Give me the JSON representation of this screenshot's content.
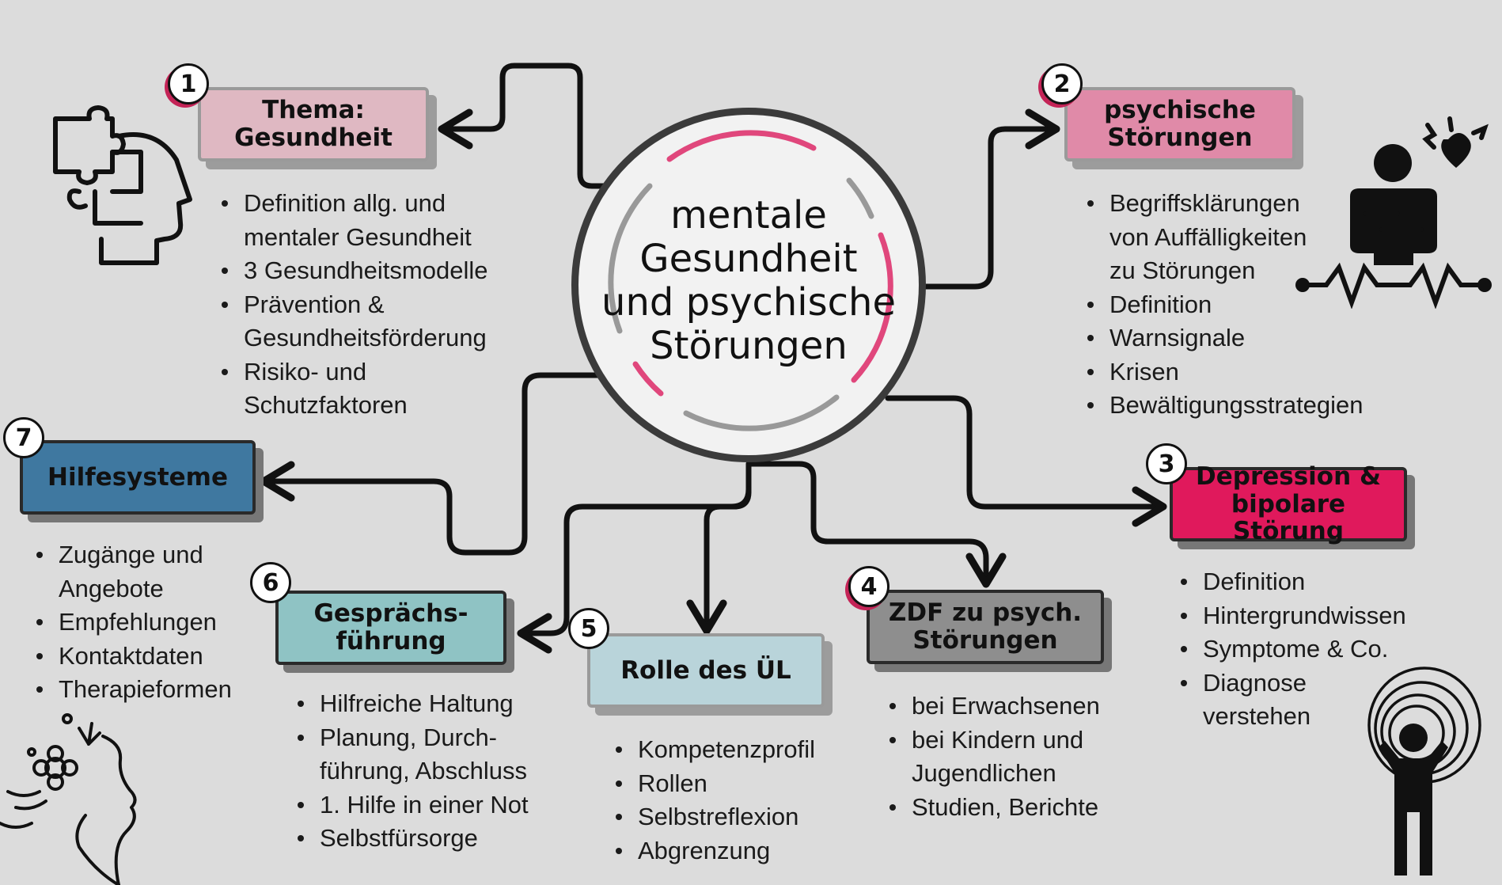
{
  "center": {
    "lines": [
      "mentale",
      "Gesundheit",
      "und psychische",
      "Störungen"
    ]
  },
  "topics": [
    {
      "number": "1",
      "title_lines": [
        "Thema:",
        "Gesundheit"
      ],
      "fill": "#dfb8c2",
      "bullets": [
        "Definition allg. und",
        "mentaler Gesundheit",
        "3 Gesundheitsmodelle",
        "Prävention &",
        "Gesundheitsförderung",
        "Risiko- und",
        "Schutzfaktoren"
      ]
    },
    {
      "number": "2",
      "title_lines": [
        "psychische",
        "Störungen"
      ],
      "fill": "#e08aa8",
      "bullets": [
        "Begriffsklärungen",
        "von Auffälligkeiten",
        "zu Störungen",
        "Definition",
        "Warnsignale",
        "Krisen",
        "Bewältigungsstrategien"
      ]
    },
    {
      "number": "3",
      "title_lines": [
        "Depression &",
        "bipolare Störung"
      ],
      "fill": "#e0195c",
      "bullets": [
        "Definition",
        "Hintergrundwissen",
        "Symptome & Co.",
        "Diagnose",
        "verstehen"
      ]
    },
    {
      "number": "4",
      "title_lines": [
        "ZDF zu psych.",
        "Störungen"
      ],
      "fill": "#8e8e8e",
      "bullets": [
        "bei Erwachsenen",
        "bei Kindern und",
        "Jugendlichen",
        "Studien, Berichte"
      ]
    },
    {
      "number": "5",
      "title_lines": [
        "Rolle des ÜL"
      ],
      "fill": "#b9d4da",
      "bullets": [
        "Kompetenzprofil",
        "Rollen",
        "Selbstreflexion",
        "Abgrenzung"
      ]
    },
    {
      "number": "6",
      "title_lines": [
        "Gesprächs-",
        "führung"
      ],
      "fill": "#8fc3c4",
      "bullets": [
        "Hilfreiche Haltung",
        "Planung, Durch-",
        "führung, Abschluss",
        "1. Hilfe in einer Not",
        "Selbstfürsorge"
      ]
    },
    {
      "number": "7",
      "title_lines": [
        "Hilfesysteme"
      ],
      "fill": "#3f78a0",
      "bullets": [
        "Zugänge und",
        "Angebote",
        "Empfehlungen",
        "Kontaktdaten",
        "Therapieformen"
      ]
    }
  ],
  "icons": [
    "puzzle-head-icon",
    "anxious-person-heart-icon",
    "stressed-person-icon",
    "flower-woman-profile-icon"
  ],
  "colors": {
    "background": "#dcdcdc",
    "accent": "#e0195c",
    "line": "#111111",
    "circle_border": "#3b3b3b"
  }
}
